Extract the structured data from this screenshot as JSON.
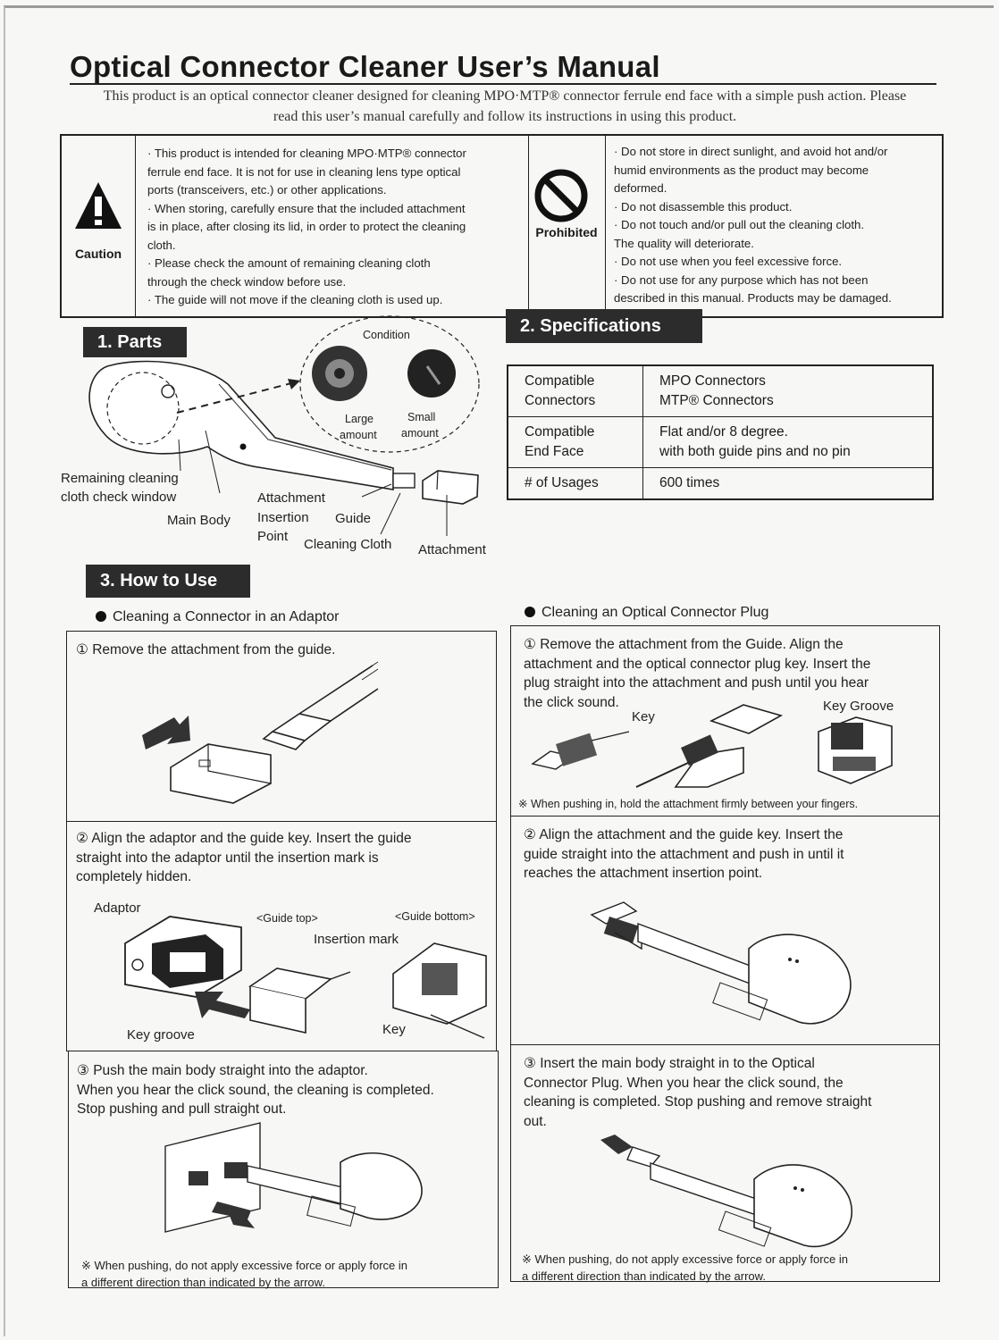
{
  "title": "Optical Connector Cleaner  User’s Manual",
  "intro": "This product is an optical connector cleaner designed for cleaning MPO·MTP® connector ferrule end face with a simple push action. Please read this user’s manual carefully and follow its instructions in using this product.",
  "caution": {
    "label": "Caution",
    "lines": [
      "· This product is intended for cleaning MPO·MTP® connector",
      "ferrule end face. It is not for use in cleaning lens type optical",
      "ports (transceivers, etc.) or other applications.",
      "· When storing, carefully ensure that the included attachment",
      "is in place, after closing its lid, in order to protect the cleaning",
      "cloth.",
      "· Please check the amount of remaining cleaning cloth",
      "through the check window before use.",
      "· The guide will not move if the cleaning cloth is used up."
    ]
  },
  "prohibited": {
    "label": "Prohibited",
    "lines": [
      "· Do not store in direct sunlight, and avoid hot and/or",
      "humid environments as the product may become",
      "deformed.",
      "· Do not disassemble this product.",
      "· Do not touch and/or pull out the cleaning cloth.",
      "The quality will deteriorate.",
      "· Do not use when you feel excessive force.",
      "· Do not use for any purpose which has not been",
      "described in this manual. Products may be damaged."
    ]
  },
  "parts": {
    "heading": "1. Parts",
    "condition": "Condition",
    "large": [
      "Large",
      "amount"
    ],
    "small": [
      "Small",
      "amount"
    ],
    "window": [
      "Remaining cleaning",
      "cloth check window"
    ],
    "main_body": "Main Body",
    "attachment_label": "Attachment",
    "insertion": [
      "Insertion",
      "Point"
    ],
    "guide": "Guide",
    "cleaning_cloth": "Cleaning Cloth",
    "attachment": "Attachment"
  },
  "specs": {
    "heading": "2. Specifications",
    "rows": [
      {
        "key": [
          "Compatible",
          "Connectors"
        ],
        "val": [
          "MPO Connectors",
          "MTP® Connectors"
        ]
      },
      {
        "key": [
          "Compatible",
          "End Face"
        ],
        "val": [
          "Flat and/or 8 degree.",
          "with both guide pins and no pin"
        ]
      },
      {
        "key": [
          "# of Usages"
        ],
        "val": [
          "600 times"
        ]
      }
    ]
  },
  "how_to": {
    "heading": "3. How to Use",
    "left": {
      "title": "Cleaning a Connector in an Adaptor",
      "step1": "① Remove the attachment from the guide.",
      "step2": [
        "② Align the adaptor and the guide key. Insert the guide",
        "straight into the adaptor until the insertion mark is",
        "completely hidden."
      ],
      "adaptor": "Adaptor",
      "guide_top": "<Guide top>",
      "guide_bottom": "<Guide bottom>",
      "insertion_mark": "Insertion mark",
      "key_groove": "Key groove",
      "key": "Key",
      "step3": [
        "③ Push the main body straight into the adaptor.",
        "When you hear the click sound, the cleaning is completed.",
        "Stop pushing and pull straight out."
      ],
      "note": [
        "※ When pushing, do not apply excessive force or apply force in",
        "a different direction than indicated by the arrow."
      ]
    },
    "right": {
      "title": "Cleaning an Optical Connector Plug",
      "step1": [
        "① Remove the attachment from the Guide. Align the",
        "attachment and the optical connector plug key.  Insert the",
        "plug straight into the attachment and push until you hear",
        "the click sound."
      ],
      "key": "Key",
      "key_groove": "Key Groove",
      "note1": "※ When pushing in, hold the attachment firmly between your fingers.",
      "step2": [
        "② Align the attachment and the guide key. Insert the",
        "guide straight into the attachment and push in until it",
        "reaches the attachment insertion point."
      ],
      "step3": [
        "③ Insert the main body straight in to the Optical",
        "Connector Plug. When you hear the click sound, the",
        "cleaning is completed. Stop pushing and remove straight",
        "out."
      ],
      "note2": [
        "※ When pushing, do not apply excessive force or apply force in",
        "a different direction than indicated by the arrow."
      ]
    }
  }
}
